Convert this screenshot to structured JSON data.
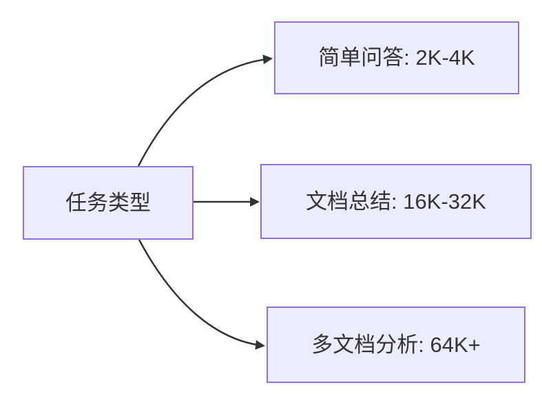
{
  "diagram": {
    "type": "flowchart-left-to-right",
    "root_node": {
      "label": "任务类型"
    },
    "branch_nodes": [
      {
        "label": "简单问答: 2K-4K"
      },
      {
        "label": "文档总结: 16K-32K"
      },
      {
        "label": "多文档分析: 64K+"
      }
    ],
    "edges": [
      {
        "from": "任务类型",
        "to": "简单问答: 2K-4K"
      },
      {
        "from": "任务类型",
        "to": "文档总结: 16K-32K"
      },
      {
        "from": "任务类型",
        "to": "多文档分析: 64K+"
      }
    ],
    "colors": {
      "background": "#FFFFFF",
      "node_fill": "#ECECFF",
      "node_border": "#9370DB",
      "edge_line": "#333333",
      "text": "#333333"
    }
  }
}
